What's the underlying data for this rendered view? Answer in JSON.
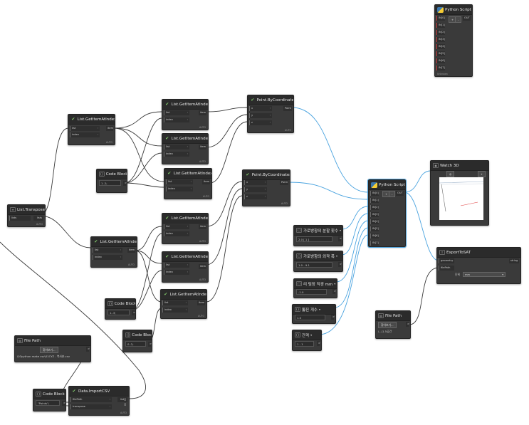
{
  "python_top": {
    "title": "Python Script",
    "inputs": [
      "IN[0]",
      "IN[1]",
      "IN[2]",
      "IN[3]",
      "IN[4]",
      "IN[5]",
      "IN[6]",
      "IN[7]"
    ],
    "output": "OUT",
    "buttons": [
      "+",
      "-"
    ],
    "footer": "Unknown"
  },
  "list_transpose": {
    "title": "List.Transpose",
    "input": "lists",
    "output": "lists",
    "lacing": "AUTO"
  },
  "get_item_main": {
    "title": "List.GetItemAtIndex",
    "inputs": [
      "list",
      "index"
    ],
    "output": "item",
    "lacing": "AUTO"
  },
  "get_item_r1": {
    "title": "List.GetItemAtIndex",
    "inputs": [
      "list",
      "index"
    ],
    "output": "item",
    "lacing": "AUTO"
  },
  "get_item_r2": {
    "title": "List.GetItemAtIndex",
    "inputs": [
      "list",
      "index"
    ],
    "output": "item",
    "lacing": "AUTO"
  },
  "get_item_r3": {
    "title": "List.GetItemAtIndex",
    "inputs": [
      "list",
      "index"
    ],
    "output": "item",
    "lacing": "AUTO"
  },
  "get_item_mid": {
    "title": "List.GetItemAtIndex",
    "inputs": [
      "list",
      "index"
    ],
    "output": "item",
    "lacing": "AUTO"
  },
  "get_item_r4": {
    "title": "List.GetItemAtIndex",
    "inputs": [
      "list",
      "index"
    ],
    "output": "item",
    "lacing": "AUTO"
  },
  "get_item_r5": {
    "title": "List.GetItemAtIndex",
    "inputs": [
      "list",
      "index"
    ],
    "output": "item",
    "lacing": "AUTO"
  },
  "get_item_r6": {
    "title": "List.GetItemAtIndex",
    "inputs": [
      "list",
      "index"
    ],
    "output": "item",
    "lacing": "AUTO"
  },
  "code_block_1": {
    "title": "Code Block",
    "code": "1..2;",
    "output": ">"
  },
  "code_block_2": {
    "title": "Code Block",
    "code": "1..3;",
    "output": ">"
  },
  "code_block_3": {
    "title": "Code Block",
    "code": "0..2;",
    "output": ">"
  },
  "code_block_4": {
    "title": "Code Block",
    "code": "\"Points\";",
    "output": ">"
  },
  "point_1": {
    "title": "Point.ByCoordinates",
    "inputs": [
      "x",
      "y",
      "z"
    ],
    "output": "Point",
    "lacing": "AUTO"
  },
  "point_2": {
    "title": "Point.ByCoordinates",
    "inputs": [
      "x",
      "y",
      "z"
    ],
    "output": "Point",
    "lacing": "AUTO"
  },
  "python_main": {
    "title": "Python Script",
    "inputs": [
      "IN[0]",
      "IN[1]",
      "IN[2]",
      "IN[3]",
      "IN[4]",
      "IN[5]",
      "IN[6]",
      "IN[7]"
    ],
    "output": "OUT",
    "buttons": [
      "+",
      "-"
    ],
    "footer": "Unknown"
  },
  "slider_1": {
    "title": "가로방향의 분할 횟수",
    "value": "2.0  [ 1 ]"
  },
  "slider_2": {
    "title": "가로방향의 외곽 폭",
    "value": "1.0 - 9.1"
  },
  "slider_3": {
    "title": "리 팀장 직경 mm",
    "value": "-1.0"
  },
  "slider_4": {
    "title": "뚫진 개수",
    "value": "1.0"
  },
  "slider_5": {
    "title": "간격",
    "value": "1 - 1"
  },
  "watch3d": {
    "title": "Watch 3D",
    "buttons": [
      "◎",
      "+"
    ]
  },
  "export_sat": {
    "title": "ExportToSAT",
    "inputs": [
      "geometry",
      "filePath"
    ],
    "output": "string",
    "unit_label": "단위",
    "unit_value": "mm"
  },
  "file_path_1": {
    "title": "File Path",
    "browse": "찾아보기...",
    "path": "\\03python make csv\\01CYZ - 복사본.csv",
    "output": ">"
  },
  "file_path_2": {
    "title": "File Path",
    "browse": "찾아보기...",
    "path": "\\...\\1.5공간",
    "output": ">"
  },
  "data_import": {
    "title": "Data.ImportCSV",
    "inputs": [
      "filePath",
      "transpose"
    ],
    "output": "list[][]",
    "lacing": "AUTO"
  }
}
